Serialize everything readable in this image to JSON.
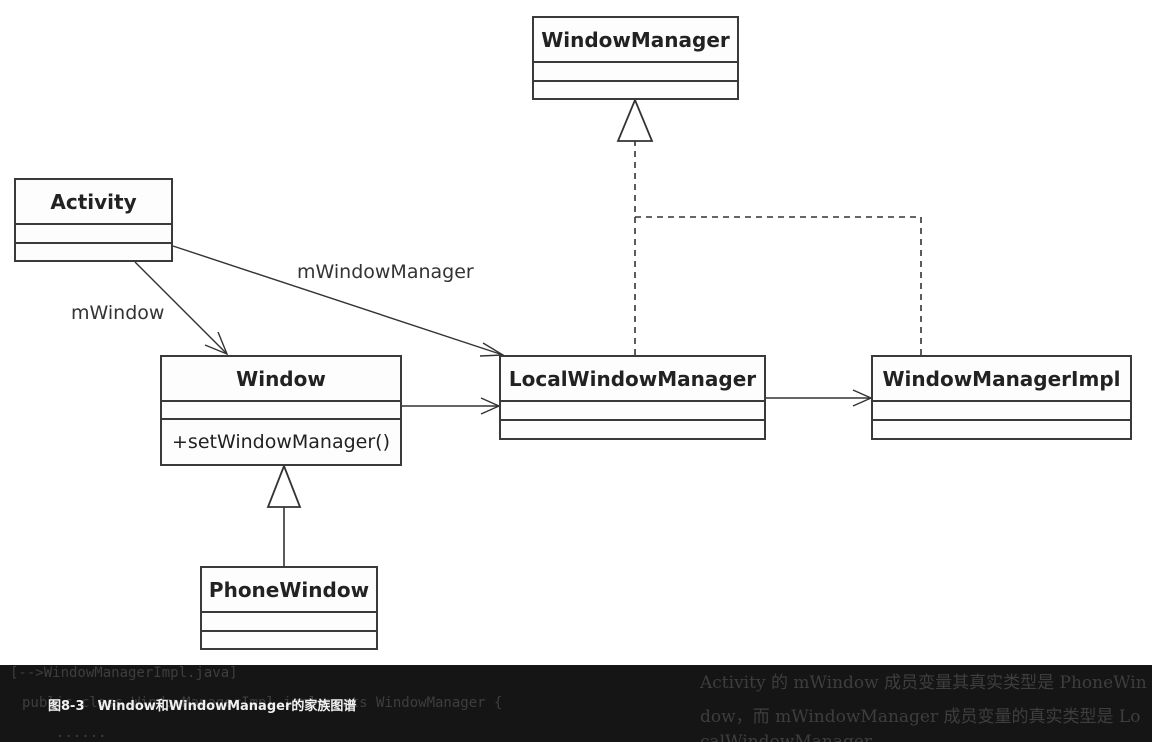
{
  "classes": {
    "window_manager": {
      "name": "WindowManager"
    },
    "activity": {
      "name": "Activity"
    },
    "window": {
      "name": "Window",
      "method": "+setWindowManager()"
    },
    "local_window_manager": {
      "name": "LocalWindowManager"
    },
    "window_manager_impl": {
      "name": "WindowManagerImpl"
    },
    "phone_window": {
      "name": "PhoneWindow"
    }
  },
  "associations": {
    "m_window": "mWindow",
    "m_window_manager": "mWindowManager"
  },
  "caption": "图8-3　Window和WindowManager的家族图谱",
  "background_text": {
    "code_line_1": "[-->WindowManagerImpl.java]",
    "code_line_2": "public class WindowManagerImpl implements WindowManager {",
    "code_line_3": "......",
    "body_line_1": "Activity 的 mWindow 成员变量其真实类型是 PhoneWin",
    "body_line_2": "dow，而 mWindowManager 成员变量的真实类型是 Lo",
    "body_line_3": "calWindowManager"
  },
  "colors": {
    "line": "#333333",
    "caption_bar": "#151515"
  }
}
